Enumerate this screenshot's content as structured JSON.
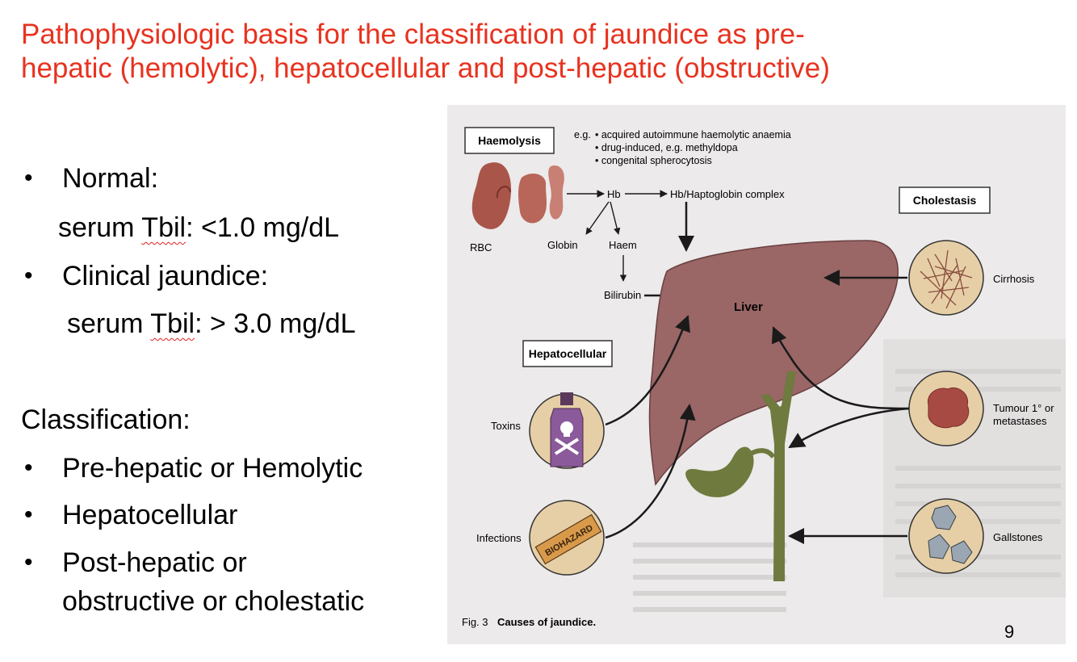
{
  "slide": {
    "title_line1": "Pathophysiologic basis for the classification of jaundice as pre-",
    "title_line2": "hepatic (hemolytic), hepatocellular and post-hepatic (obstructive)",
    "page_number": "9"
  },
  "content": {
    "bullet_char": "•",
    "normal_label": "Normal:",
    "normal_value_prefix": "serum ",
    "normal_value_term": "Tbil",
    "normal_value_rest": ": <1.0 mg/dL",
    "clinical_label": "Clinical jaundice:",
    "clinical_value_prefix": "serum ",
    "clinical_value_term": "Tbil",
    "clinical_value_rest": ": > 3.0 mg/dL",
    "classification_heading": "Classification:",
    "classes": [
      "Pre-hepatic or Hemolytic",
      "Hepatocellular",
      "Post-hepatic or",
      "obstructive or cholestatic"
    ]
  },
  "figure": {
    "haemolysis_label": "Haemolysis",
    "eg_prefix": "e.g.",
    "examples": [
      "• acquired autoimmune haemolytic anaemia",
      "• drug-induced, e.g. methyldopa",
      "• congenital spherocytosis"
    ],
    "rbc": "RBC",
    "hb": "Hb",
    "hb_complex": "Hb/Haptoglobin complex",
    "globin": "Globin",
    "haem": "Haem",
    "bilirubin": "Bilirubin",
    "liver": "Liver",
    "cholestasis_label": "Cholestasis",
    "cirrhosis": "Cirrhosis",
    "tumour_line1": "Tumour 1° or",
    "tumour_line2": "metastases",
    "gallstones": "Gallstones",
    "hepatocellular_label": "Hepatocellular",
    "toxins": "Toxins",
    "infections": "Infections",
    "biohazard": "BIOHAZARD",
    "caption_prefix": "Fig. 3",
    "caption": "Causes of jaundice.",
    "colors": {
      "liver": "#9a6666",
      "rbc": "#a9554a",
      "duct": "#6f7a3e",
      "circle_fill": "#e6cfa6",
      "tumour": "#a84a44",
      "bottle": "#8a5a9a"
    }
  }
}
